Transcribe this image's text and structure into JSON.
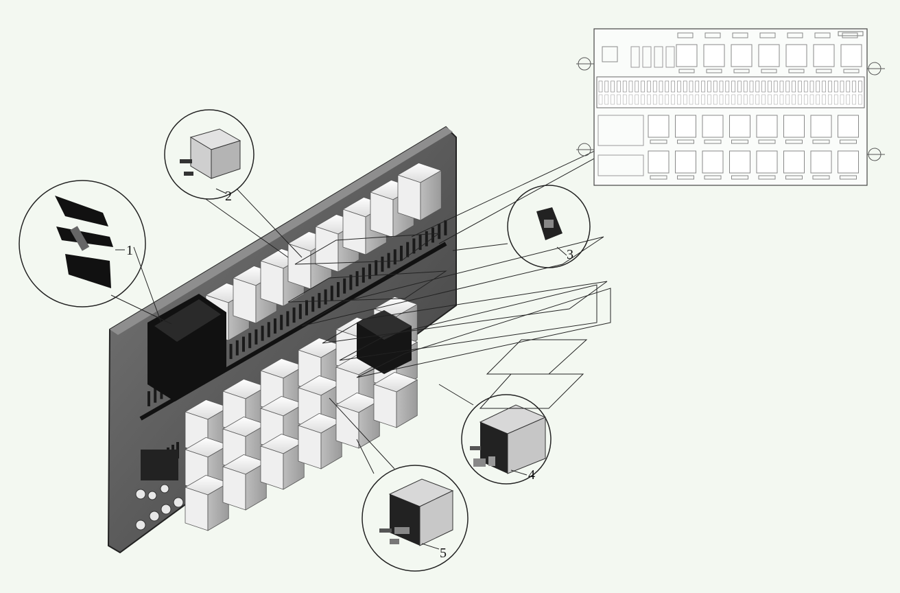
{
  "callouts": [
    {
      "id": "1",
      "label": "1",
      "part": "connector-clip"
    },
    {
      "id": "2",
      "label": "2",
      "part": "small-relay"
    },
    {
      "id": "3",
      "label": "3",
      "part": "fuse"
    },
    {
      "id": "4",
      "label": "4",
      "part": "relay"
    },
    {
      "id": "5",
      "label": "5",
      "part": "relay"
    }
  ],
  "colors": {
    "background": "#f3f8f1",
    "board": "#5a5a5a",
    "relay": "#f4f4f4",
    "dark_part": "#111111",
    "line": "#222222"
  }
}
